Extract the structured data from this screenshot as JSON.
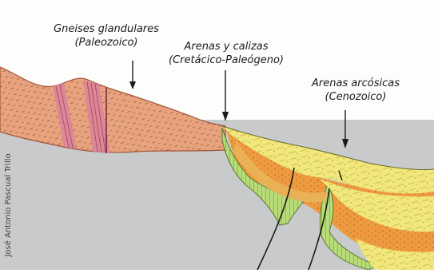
{
  "labels": {
    "gneises": {
      "name": "Gneises glandulares",
      "age": "(Paleozoico)"
    },
    "calizas": {
      "name": "Arenas y calizas",
      "age": "(Cretácico-Paleógeno)"
    },
    "arcosicas": {
      "name": "Arenas arcósicas",
      "age": "(Cenozoico)"
    }
  },
  "credit": "José Antonio Pascual Trillo",
  "colors": {
    "basement": "#c9cacb",
    "gneiss": "#e8a37e",
    "gneiss_band": "#d9849a",
    "cretaceous_green": "#b9dc7a",
    "orange_sand": "#ef9a3e",
    "yellow_sand": "#f1e77a",
    "fault": "#1a1a1a"
  },
  "icons": [
    "arrow-down-icon"
  ]
}
